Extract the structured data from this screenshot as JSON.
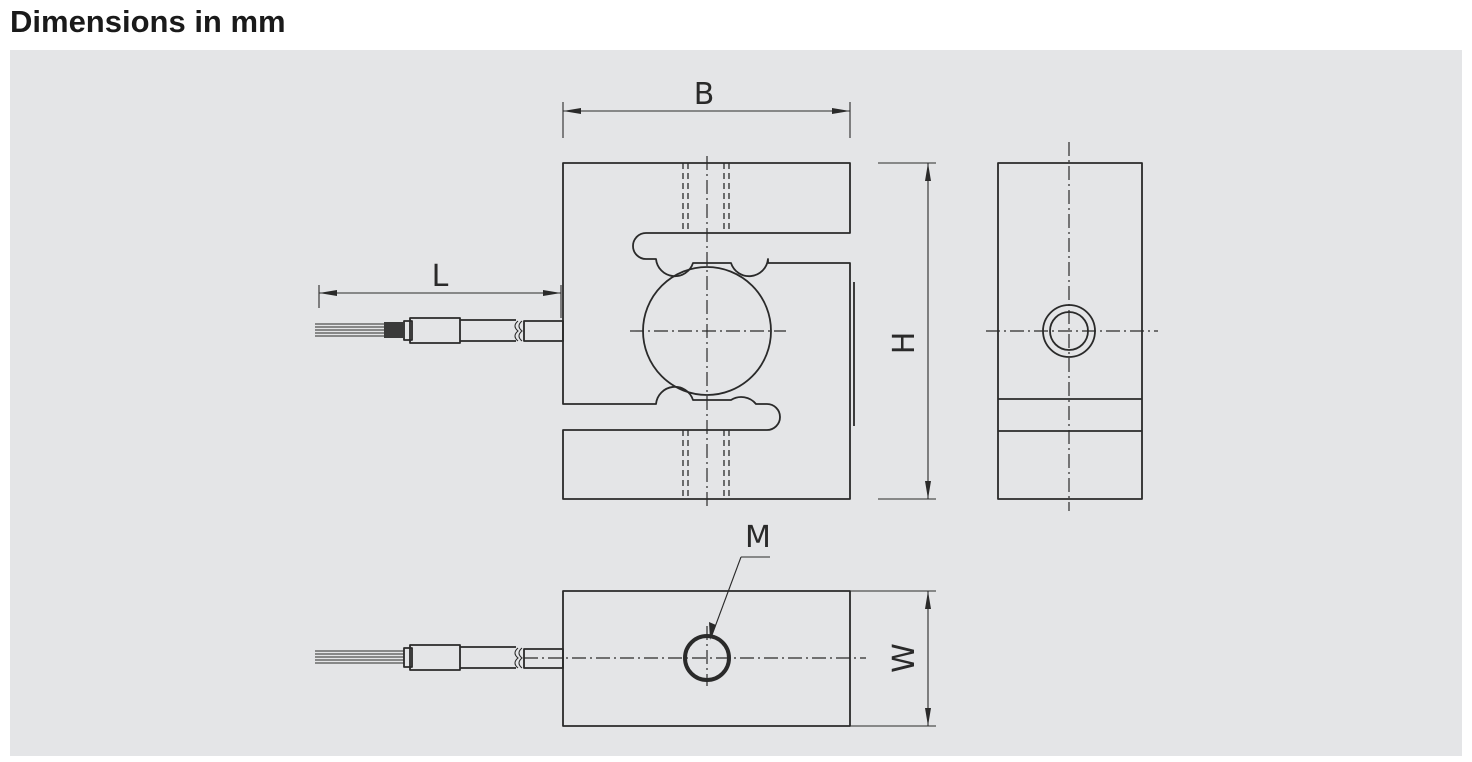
{
  "page": {
    "title": "Dimensions in mm"
  },
  "diagram": {
    "dimension_labels": {
      "width_front": "B",
      "cable_length": "L",
      "height": "H",
      "thread": "M",
      "width_top": "W"
    },
    "colors": {
      "background": "#e4e5e7",
      "line": "#2a2a2a",
      "title": "#1a1a1a"
    }
  }
}
